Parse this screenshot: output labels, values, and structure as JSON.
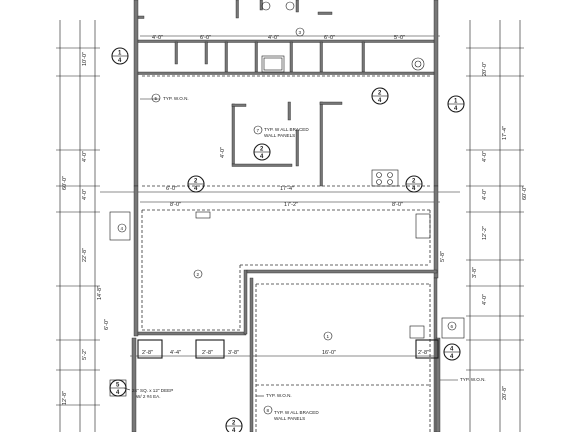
{
  "dimensions": {
    "overall_left": "60'-0\"",
    "overall_right": "60'-0\"",
    "left_segments": [
      "10'-0\"",
      "4'-0\"",
      "4'-0\"",
      "22'-8\"",
      "14'-8\"",
      "5'-2\"",
      "12'-8\""
    ],
    "right_segments": [
      "20'-0\"",
      "17'-4\"",
      "4'-0\"",
      "4'-0\"",
      "12'-2\"",
      "3'-8\"",
      "4'-0\"",
      "20'-8\""
    ],
    "top_row": [
      "4'-0\"",
      "6'-0\"",
      "4'-0\"",
      "6'-0\"",
      "5'-0\""
    ],
    "mid_row_1": [
      "6'-0\"",
      "17'-4\""
    ],
    "mid_row_2": [
      "8'-0\"",
      "17'-2\"",
      "8'-0\""
    ],
    "lower_row": [
      "2'-8\"",
      "4'-4\"",
      "2'-8\"",
      "3'-8\"",
      "16'-0\"",
      "2'-8\""
    ],
    "misc": [
      "5'-8\"",
      "6'-0\"",
      "4'-0\""
    ]
  },
  "bubbles": [
    {
      "top": "1",
      "bottom": "4"
    },
    {
      "top": "2",
      "bottom": "4"
    },
    {
      "top": "1",
      "bottom": "4"
    },
    {
      "top": "2",
      "bottom": "4"
    },
    {
      "top": "2",
      "bottom": "4"
    },
    {
      "top": "2",
      "bottom": "4"
    },
    {
      "top": "4",
      "bottom": "4"
    },
    {
      "top": "5",
      "bottom": "4"
    },
    {
      "top": "2",
      "bottom": "4"
    }
  ],
  "circle_tags": [
    "1",
    "2",
    "3",
    "4",
    "5",
    "6",
    "7",
    "8"
  ],
  "notes": {
    "typ_won_1": "TYP. W.O.N.",
    "braced_1_line1": "TYP. W ALL BRACED",
    "braced_1_line2": "WALL PANELS",
    "typ_won_2": "TYP. W.O.N.",
    "typ_won_3": "TYP. W.O.N.",
    "braced_2_line1": "TYP. W ALL BRACED",
    "braced_2_line2": "WALL PANELS",
    "footing_line1": "24\" SQ. x 12\" DEEP",
    "footing_line2": "W/ 2 #4 EA."
  }
}
